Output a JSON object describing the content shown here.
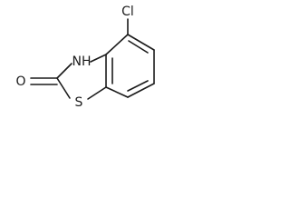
{
  "molecule": {
    "atoms": {
      "chlorine": "Cl",
      "nitrogen_hydrogen": "NH",
      "oxygen": "O",
      "sulfur": "S"
    }
  },
  "colors": {
    "ink": "#1a1a1a",
    "background": "#ffffff"
  }
}
